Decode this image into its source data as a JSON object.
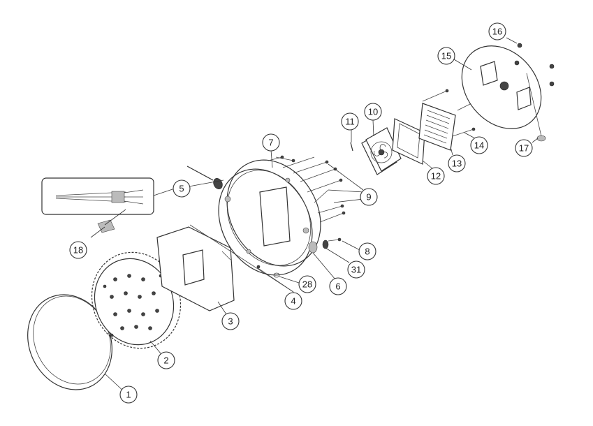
{
  "callouts": [
    {
      "id": "1",
      "label": "1"
    },
    {
      "id": "2",
      "label": "2"
    },
    {
      "id": "3",
      "label": "3"
    },
    {
      "id": "4",
      "label": "4"
    },
    {
      "id": "5",
      "label": "5"
    },
    {
      "id": "6",
      "label": "6"
    },
    {
      "id": "7",
      "label": "7"
    },
    {
      "id": "8",
      "label": "8"
    },
    {
      "id": "9",
      "label": "9"
    },
    {
      "id": "10",
      "label": "10"
    },
    {
      "id": "11",
      "label": "11"
    },
    {
      "id": "12",
      "label": "12"
    },
    {
      "id": "13",
      "label": "13"
    },
    {
      "id": "14",
      "label": "14"
    },
    {
      "id": "15",
      "label": "15"
    },
    {
      "id": "16",
      "label": "16"
    },
    {
      "id": "17",
      "label": "17"
    },
    {
      "id": "18",
      "label": "18"
    },
    {
      "id": "28",
      "label": "28"
    },
    {
      "id": "31",
      "label": "31"
    }
  ]
}
